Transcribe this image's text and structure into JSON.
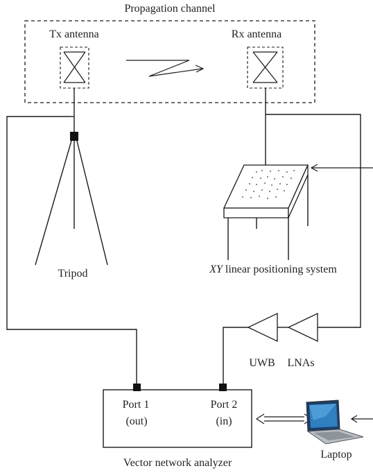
{
  "diagram": {
    "title": "Propagation channel",
    "tx_label": "Tx antenna",
    "rx_label": "Rx antenna",
    "tripod_label": "Tripod",
    "positioner_label_italic": "XY",
    "positioner_label_rest": " linear positioning system",
    "uwb_label": "UWB",
    "lna_label": "LNAs",
    "port1_label": "Port 1",
    "port1_dir": "(out)",
    "port2_label": "Port 2",
    "port2_dir": "(in)",
    "vna_label": "Vector network analyzer",
    "laptop_label": "Laptop"
  },
  "colors": {
    "line": "#1a1a1a",
    "text": "#222222",
    "laptop_screen": "#2f7fc1"
  }
}
